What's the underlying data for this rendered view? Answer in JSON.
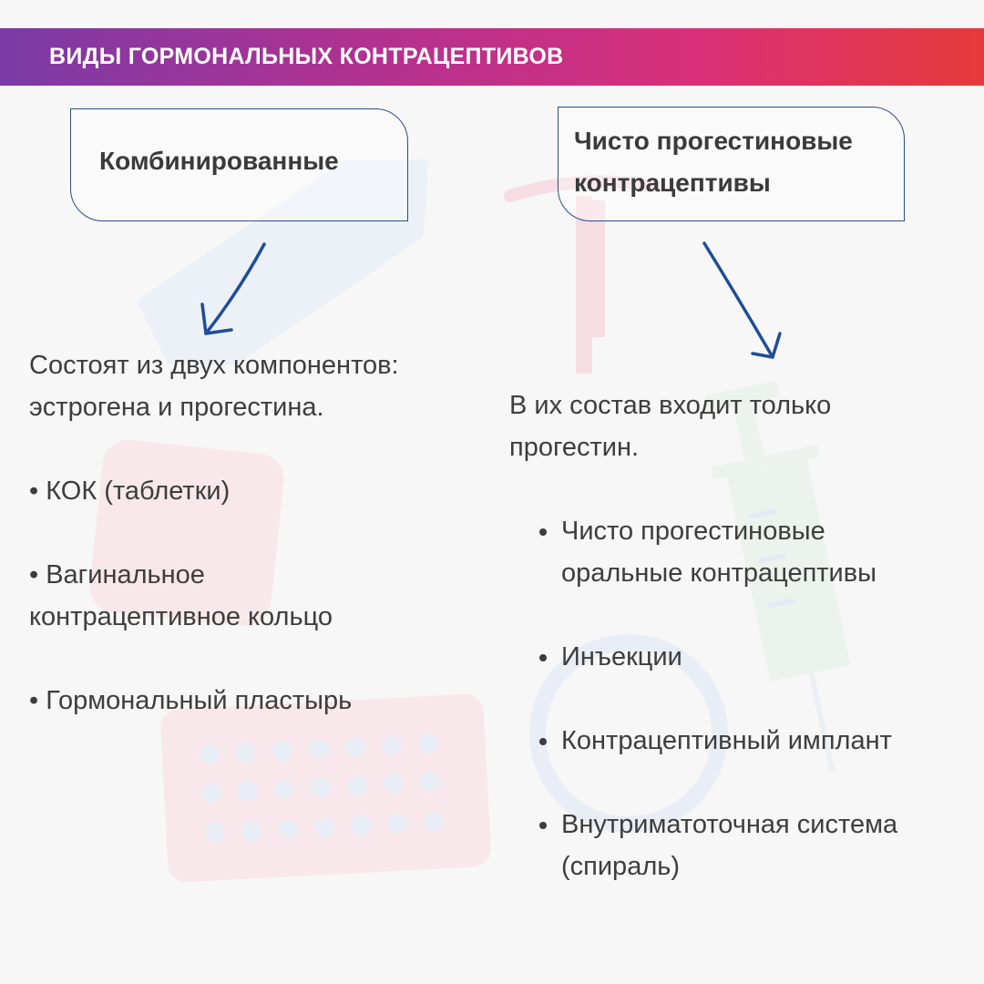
{
  "header": {
    "title": "ВИДЫ ГОРМОНАЛЬНЫХ КОНТРАЦЕПТИВОВ"
  },
  "left": {
    "card_title": "Комбинированные",
    "description_lines": [
      "Состоят из двух компонентов:",
      "эстрогена и прогестина."
    ],
    "items": [
      {
        "lines": [
          "• КОК (таблетки)"
        ]
      },
      {
        "lines": [
          "• Вагинальное",
          "контрацептивное кольцо"
        ]
      },
      {
        "lines": [
          "• Гормональный пластырь"
        ]
      }
    ]
  },
  "right": {
    "card_title_lines": [
      "Чисто прогестиновые",
      "контрацептивы"
    ],
    "description_lines": [
      "В их состав входит только",
      "прогестин."
    ],
    "items": [
      {
        "lines": [
          "Чисто прогестиновые",
          "оральные контрацептивы"
        ]
      },
      {
        "lines": [
          "Инъекции"
        ]
      },
      {
        "lines": [
          "Контрацептивный имплант"
        ]
      },
      {
        "lines": [
          "Внутриматоточная система",
          "(спираль)"
        ]
      }
    ]
  },
  "colors": {
    "banner_gradient": [
      "#7b3aa6",
      "#b5318f",
      "#d8307a",
      "#e63a3a"
    ],
    "card_border": "#2b4e8c",
    "arrow": "#1f4e96",
    "text": "#3d3d3d"
  },
  "icons": [
    "condom-package-icon",
    "iud-spiral-icon",
    "syringe-icon",
    "contraceptive-patch-icon",
    "vaginal-ring-icon",
    "pill-blister-icon",
    "arrow-down-left-icon",
    "arrow-down-right-icon"
  ]
}
